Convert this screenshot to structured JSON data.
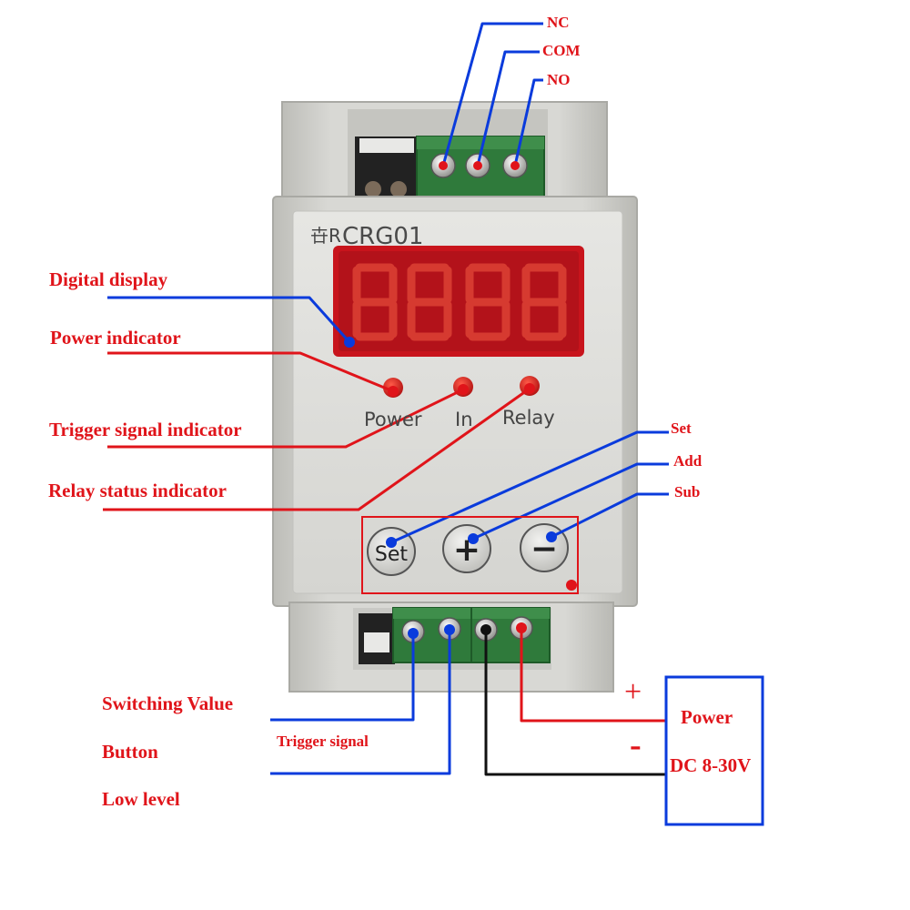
{
  "device": {
    "model": "CRG01",
    "logo_glyph": "卋R",
    "display_digits": [
      "8",
      "8",
      "8",
      "8"
    ],
    "indicator_labels": {
      "power": "Power",
      "in": "In",
      "relay": "Relay"
    },
    "buttons": {
      "set": "Set",
      "add": "+",
      "sub": "−"
    }
  },
  "callouts": {
    "nc": "NC",
    "com": "COM",
    "no": "NO",
    "digital_display": "Digital display",
    "power_indicator": "Power indicator",
    "trigger_signal_indicator": "Trigger signal indicator",
    "relay_status_indicator": "Relay status indicator",
    "set": "Set",
    "add": "Add",
    "sub": "Sub",
    "switching_value": "Switching Value",
    "button": "Button",
    "low_level": "Low level",
    "trigger_signal": "Trigger signal",
    "plus": "+",
    "minus": "-",
    "power_title": "Power",
    "power_range": "DC 8-30V"
  },
  "colors": {
    "callout_red": "#e0141a",
    "callout_blue": "#0a3bdc",
    "display_red": "#c8141c",
    "housing": "#d4d4d0"
  }
}
